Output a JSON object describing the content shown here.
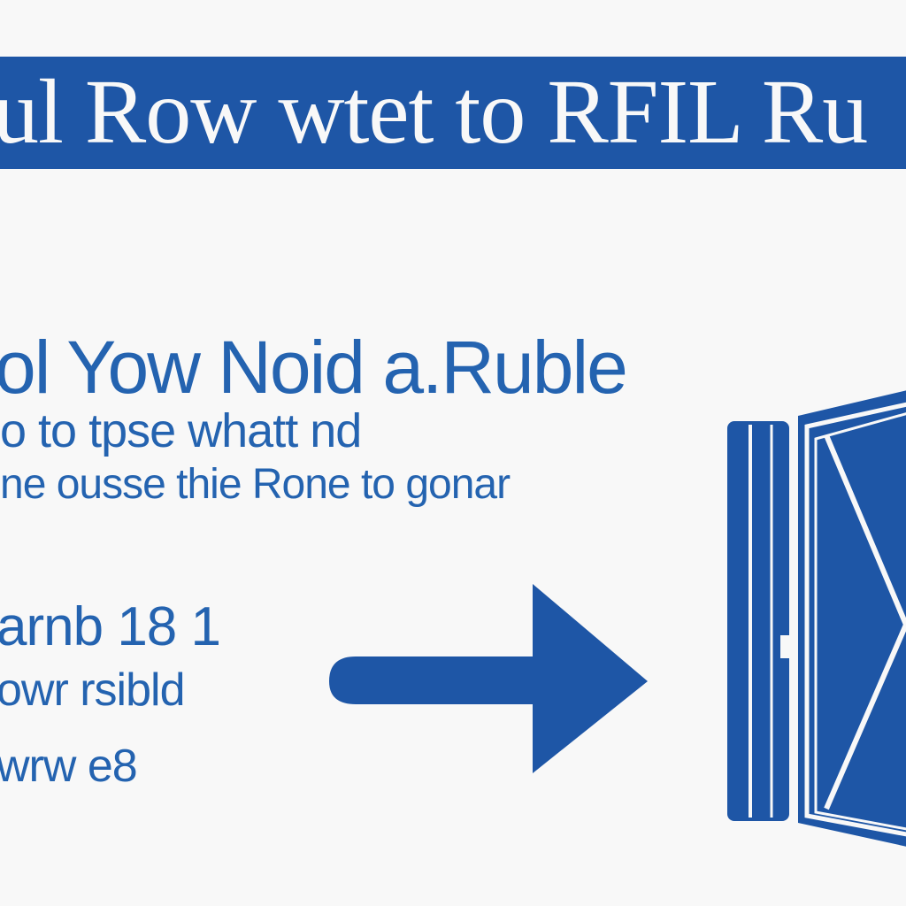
{
  "banner": {
    "title": "ul Row wtet to RFIL Ru"
  },
  "content": {
    "heading": "ol Yow Noid a.Ruble",
    "line1": "o to tpse whatt nd",
    "line2": "ne ousse thie Rone to gonar",
    "stat1": "arnb 18 1",
    "stat2": "owr rsibld",
    "stat3": "wrw e8"
  },
  "icons": {
    "arrow": "right-arrow-icon",
    "door": "door-icon"
  },
  "colors": {
    "brand": "#1e56a6",
    "text": "#2463b0",
    "background": "#f8f8f8"
  }
}
